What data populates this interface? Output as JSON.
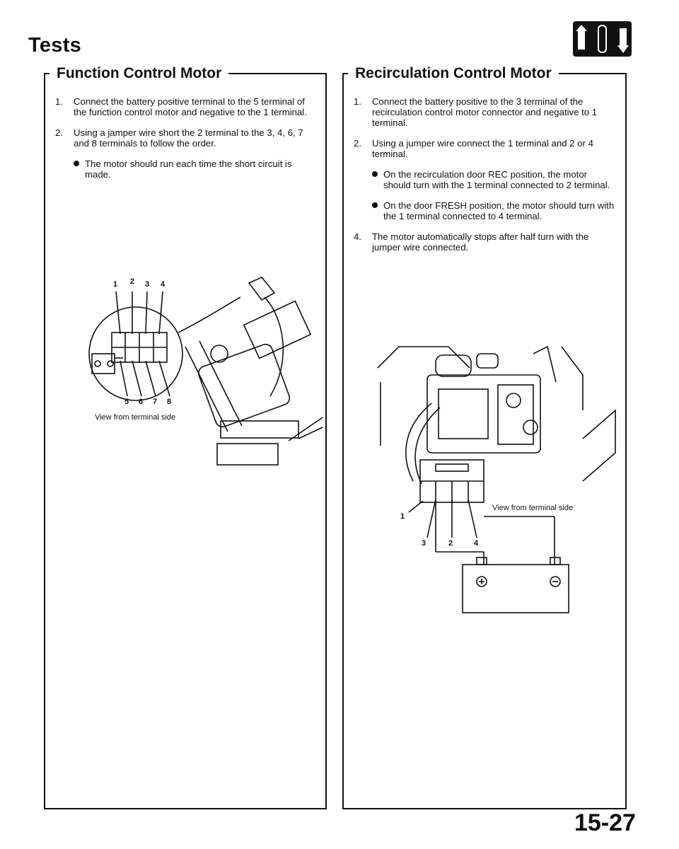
{
  "header": {
    "title": "Tests",
    "logo_icon": "heater-ac-section-icon"
  },
  "function_motor": {
    "title": "Function Control Motor",
    "steps": [
      {
        "num": "1.",
        "text": "Connect the battery positive terminal to the 5 terminal of the function control motor and negative to the 1 terminal."
      },
      {
        "num": "2.",
        "text": "Using a jamper wire short the 2 terminal to the 3, 4, 6, 7 and 8 terminals to follow the order."
      }
    ],
    "bullets": [
      "The motor should run each time the short circuit is made."
    ],
    "figure": {
      "caption": "View from terminal side",
      "pins_top": [
        "1",
        "2",
        "3",
        "4"
      ],
      "pins_bottom": [
        "5",
        "6",
        "7",
        "8"
      ]
    }
  },
  "recirc_motor": {
    "title": "Recirculation Control Motor",
    "steps": [
      {
        "num": "1.",
        "text": "Connect the battery positive to the 3 terminal of the recirculation control motor connector and negative to 1 terminal."
      },
      {
        "num": "2.",
        "text": "Using a jumper wire connect the 1 terminal and 2 or 4 terminal."
      },
      {
        "num": "4.",
        "text": "The motor automatically stops after half turn with the jumper wire connected."
      }
    ],
    "bullets": [
      "On the recirculation door REC position, the motor should turn with the 1 terminal connected to 2 terminal.",
      "On the door FRESH position, the motor should turn with the 1 terminal connected to 4 terminal."
    ],
    "figure": {
      "caption": "View from terminal side",
      "pins": [
        "1",
        "3",
        "2",
        "4"
      ]
    }
  },
  "footer": {
    "page_number": "15-27"
  }
}
